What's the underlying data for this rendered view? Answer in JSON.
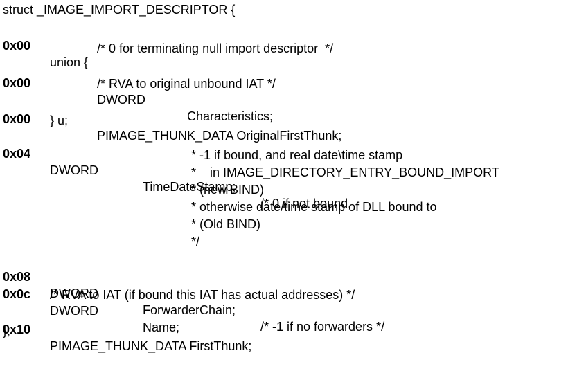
{
  "struct_header": "struct _IMAGE_IMPORT_DESCRIPTOR {",
  "lines": {
    "union": {
      "offset": "0x00",
      "text": "union {"
    },
    "c1": "/* 0 for terminating null import descriptor  */",
    "characteristics": {
      "offset": "0x00",
      "type": "DWORD",
      "name": "Characteristics;"
    },
    "c2": "/* RVA to original unbound IAT */",
    "oft": {
      "offset": "0x00",
      "text": "PIMAGE_THUNK_DATA OriginalFirstThunk;"
    },
    "union_end": "} u;",
    "tds": {
      "offset": "0x04",
      "type": "DWORD",
      "name": "TimeDateStamp;",
      "comment": "/* 0 if not bound,"
    },
    "tds_c": [
      "* -1 if bound, and real date\\time stamp",
      "*    in IMAGE_DIRECTORY_ENTRY_BOUND_IMPORT",
      "* (new BIND)",
      "* otherwise date/time stamp of DLL bound to",
      "* (Old BIND)",
      "*/"
    ],
    "fc": {
      "offset": "0x08",
      "type": "DWORD",
      "name": "ForwarderChain;",
      "comment": "/* -1 if no forwarders */"
    },
    "name": {
      "offset": "0x0c",
      "type": "DWORD",
      "name": "Name;"
    },
    "c3": "/* RVA to IAT (if bound this IAT has actual addresses) */",
    "ft": {
      "offset": "0x10",
      "text": "PIMAGE_THUNK_DATA FirstThunk;"
    },
    "end": "};"
  }
}
